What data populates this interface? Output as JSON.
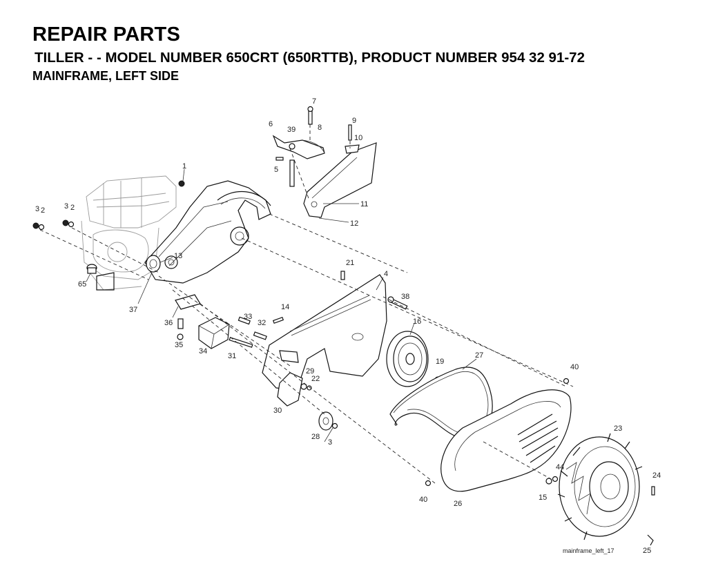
{
  "header": {
    "title": "REPAIR PARTS",
    "subtitle": "TILLER - - MODEL NUMBER 650CRT (650RTTB), PRODUCT NUMBER 954 32 91-72",
    "section": "MAINFRAME, LEFT SIDE"
  },
  "caption": "mainframe_left_17",
  "callouts": {
    "c1": "1",
    "c3a": "3",
    "c2a": "2",
    "c3b": "3",
    "c2b": "2",
    "c65": "65",
    "c13": "13",
    "c37": "37",
    "c36": "36",
    "c35": "35",
    "c34": "34",
    "c33": "33",
    "c32": "32",
    "c31": "31",
    "c14": "14",
    "c21": "21",
    "c4": "4",
    "c38": "38",
    "c16": "16",
    "c19": "19",
    "c27": "27",
    "c29": "29",
    "c22": "22",
    "c30": "30",
    "c28": "28",
    "c3c": "3",
    "c40a": "40",
    "c40b": "40",
    "c26": "26",
    "c23": "23",
    "c44": "44",
    "c15": "15",
    "c24": "24",
    "c25": "25",
    "c7": "7",
    "c6": "6",
    "c39": "39",
    "c8": "8",
    "c9": "9",
    "c10": "10",
    "c5": "5",
    "c11": "11",
    "c12": "12"
  }
}
